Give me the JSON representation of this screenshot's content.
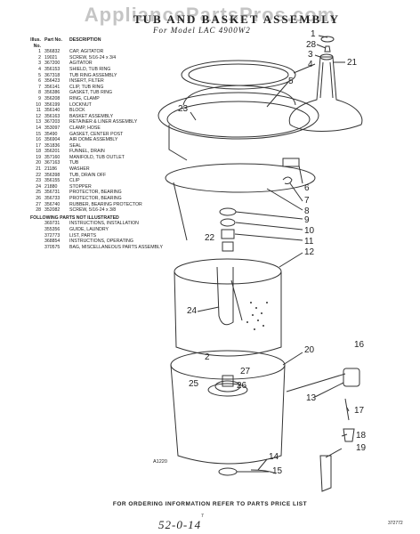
{
  "watermark": "AppliancePartsPros.com",
  "header": {
    "title": "TUB AND BASKET ASSEMBLY",
    "model": "For Model LAC 4900W2"
  },
  "parts_list": {
    "col_illus": "Illus. No.",
    "col_part": "Part No.",
    "col_desc": "DESCRIPTION",
    "items": [
      {
        "no": "1",
        "part": "356832",
        "desc": "CAP, AGITATOR"
      },
      {
        "no": "2",
        "part": "19021",
        "desc": "SCREW, 5/16-24 x 3/4"
      },
      {
        "no": "3",
        "part": "367200",
        "desc": "AGITATOR"
      },
      {
        "no": "4",
        "part": "356153",
        "desc": "SHIELD, TUB RING"
      },
      {
        "no": "5",
        "part": "367318",
        "desc": "TUB RING ASSEMBLY"
      },
      {
        "no": "6",
        "part": "356423",
        "desc": "INSERT, FILTER"
      },
      {
        "no": "7",
        "part": "356141",
        "desc": "CLIP, TUB RING"
      },
      {
        "no": "8",
        "part": "356386",
        "desc": "GASKET, TUB RING"
      },
      {
        "no": "9",
        "part": "356208",
        "desc": "RING, CLAMP"
      },
      {
        "no": "10",
        "part": "356199",
        "desc": "LOCKNUT"
      },
      {
        "no": "11",
        "part": "356140",
        "desc": "BLOCK"
      },
      {
        "no": "12",
        "part": "356163",
        "desc": "BASKET ASSEMBLY"
      },
      {
        "no": "13",
        "part": "367203",
        "desc": "RETAINER & LINER ASSEMBLY"
      },
      {
        "no": "14",
        "part": "353097",
        "desc": "CLAMP, HOSE"
      },
      {
        "no": "15",
        "part": "35490",
        "desc": "GASKET, CENTER POST"
      },
      {
        "no": "16",
        "part": "356904",
        "desc": "AIR DOME ASSEMBLY"
      },
      {
        "no": "17",
        "part": "351836",
        "desc": "SEAL"
      },
      {
        "no": "18",
        "part": "356201",
        "desc": "FUNNEL, DRAIN"
      },
      {
        "no": "19",
        "part": "357160",
        "desc": "MANIFOLD, TUB OUTLET"
      },
      {
        "no": "20",
        "part": "367163",
        "desc": "TUB"
      },
      {
        "no": "21",
        "part": "21186",
        "desc": "WASHER"
      },
      {
        "no": "22",
        "part": "356398",
        "desc": "TUB, DRAIN OFF"
      },
      {
        "no": "23",
        "part": "356155",
        "desc": "CLIP"
      },
      {
        "no": "24",
        "part": "21880",
        "desc": "STOPPER"
      },
      {
        "no": "25",
        "part": "356731",
        "desc": "PROTECTOR, BEARING"
      },
      {
        "no": "26",
        "part": "356733",
        "desc": "PROTECTOR, BEARING"
      },
      {
        "no": "27",
        "part": "356740",
        "desc": "RUBBER, BEARING PROTECTOR"
      },
      {
        "no": "28",
        "part": "352082",
        "desc": "SCREW, 5/16-24 x 3/8"
      }
    ],
    "not_illustrated_title": "FOLLOWING PARTS NOT ILLUSTRATED",
    "not_illustrated": [
      {
        "part": "369731",
        "desc": "INSTRUCTIONS, INSTALLATION"
      },
      {
        "part": "355356",
        "desc": "GUIDE, LAUNDRY"
      },
      {
        "part": "372773",
        "desc": "LIST, PARTS"
      },
      {
        "part": "368854",
        "desc": "INSTRUCTIONS, OPERATING"
      },
      {
        "part": "370575",
        "desc": "BAG, MISCELLANEOUS PARTS ASSEMBLY"
      }
    ]
  },
  "callouts": [
    "1",
    "28",
    "3",
    "4",
    "21",
    "5",
    "23",
    "6",
    "7",
    "8",
    "9",
    "10",
    "22",
    "11",
    "12",
    "24",
    "2",
    "25",
    "27",
    "26",
    "20",
    "16",
    "13",
    "17",
    "18",
    "19",
    "14",
    "15"
  ],
  "fig_code": "A1220",
  "footer": "FOR ORDERING INFORMATION REFER TO PARTS PRICE LIST",
  "page_no": "7",
  "doc_no": "372772",
  "handwritten": "52-0-14"
}
